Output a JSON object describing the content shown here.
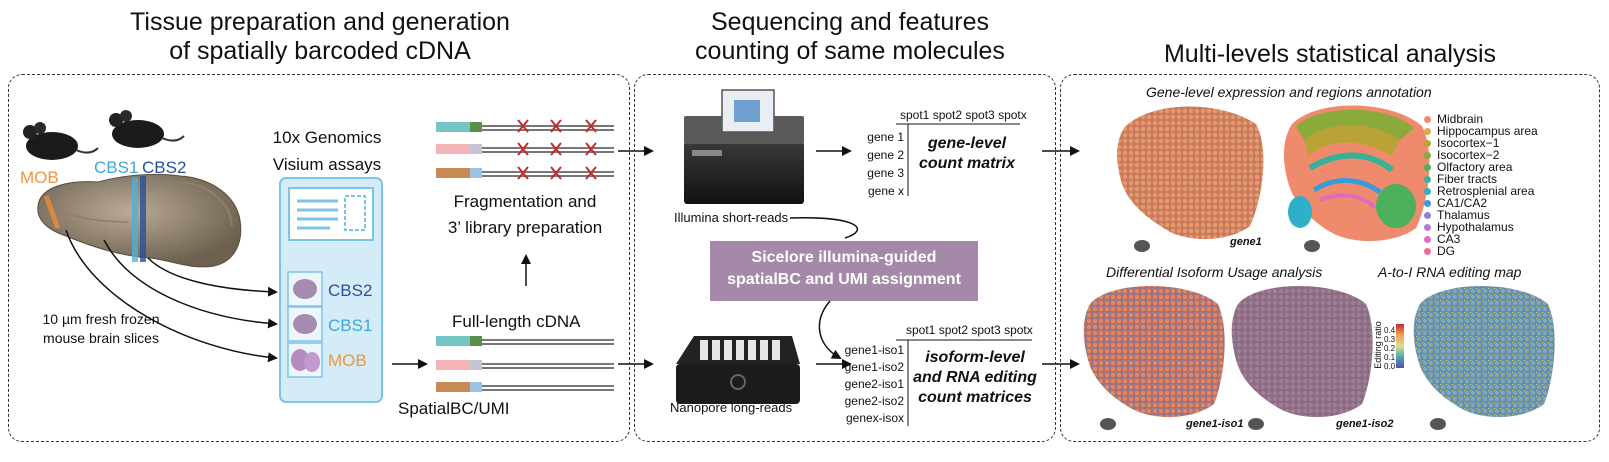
{
  "titles": {
    "left": "Tissue preparation and generation\nof spatially barcoded cDNA",
    "middle": "Sequencing and features\ncounting of same molecules",
    "right": "Multi-levels statistical analysis"
  },
  "left_panel": {
    "mob_label": "MOB",
    "cbs1_label": "CBS1",
    "cbs2_label": "CBS2",
    "slices_caption": "10 µm fresh frozen\nmouse brain slices",
    "visium_title": "10x Genomics\nVisium assays",
    "slide_labels": [
      "CBS2",
      "CBS1",
      "MOB"
    ],
    "fragmentation_caption": "Fragmentation and\n3’ library preparation",
    "fulllength_caption": "Full-length cDNA",
    "spatialbc_caption": "SpatialBC/UMI"
  },
  "middle_panel": {
    "illumina_caption": "Illumina short-reads",
    "nanopore_caption": "Nanopore long-reads",
    "sicelore_box": "Sicelore illumina-guided\nspatialBC and UMI assignment",
    "gene_matrix": {
      "header": "spot1 spot2 spot3 spotx",
      "rows": [
        "gene 1",
        "gene 2",
        "gene 3",
        "gene x"
      ],
      "title": "gene-level\ncount matrix"
    },
    "isoform_matrix": {
      "header": "spot1 spot2 spot3 spotx",
      "rows": [
        "gene1-iso1",
        "gene1-iso2",
        "gene2-iso1",
        "gene2-iso2",
        "genex-isox"
      ],
      "title": "isoform-level\nand RNA editing\ncount matrices"
    }
  },
  "right_panel": {
    "gene_level_title": "Gene-level expression and regions annotation",
    "gene1_label": "gene1",
    "legend": [
      {
        "label": "Midbrain",
        "color": "#f08a6c"
      },
      {
        "label": "Hippocampus area",
        "color": "#e8a24a"
      },
      {
        "label": "Isocortex−1",
        "color": "#b9a336"
      },
      {
        "label": "Isocortex−2",
        "color": "#8aab3c"
      },
      {
        "label": "Olfactory area",
        "color": "#4cb15a"
      },
      {
        "label": "Fiber tracts",
        "color": "#35b39a"
      },
      {
        "label": "Retrosplenial area",
        "color": "#2fb0c8"
      },
      {
        "label": "CA1/CA2",
        "color": "#3a9bd8"
      },
      {
        "label": "Thalamus",
        "color": "#8a86d6"
      },
      {
        "label": "Hypothalamus",
        "color": "#b77ad0"
      },
      {
        "label": "CA3",
        "color": "#e26bc0"
      },
      {
        "label": "DG",
        "color": "#f06aa0"
      }
    ],
    "diu_title": "Differential Isoform Usage analysis",
    "editing_title": "A-to-I RNA editing map",
    "iso1_label": "gene1-iso1",
    "iso2_label": "gene1-iso2",
    "colorbar_label": "Editing ratio",
    "colorbar_ticks": [
      "0.0",
      "0.1",
      "0.2",
      "0.3",
      "0.4"
    ]
  }
}
